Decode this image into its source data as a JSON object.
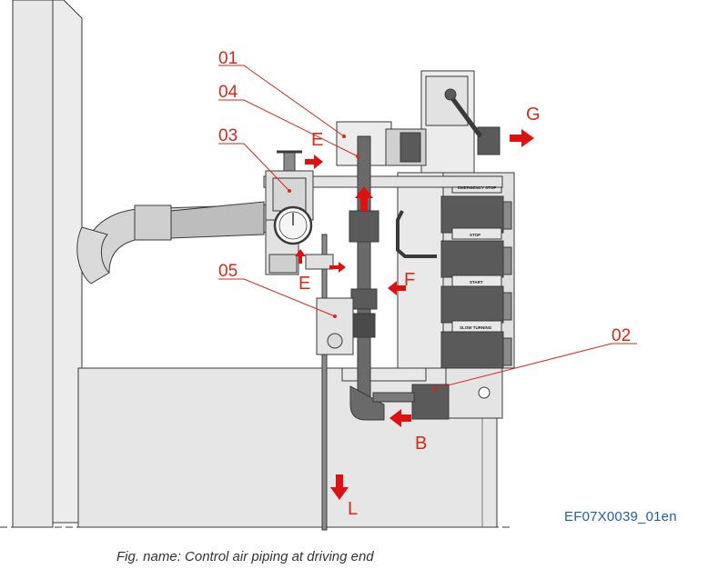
{
  "callouts": {
    "c01": "01",
    "c02": "02",
    "c03": "03",
    "c04": "04",
    "c05": "05"
  },
  "flow_letters": {
    "b": "B",
    "e_top": "E",
    "e_mid": "E",
    "f": "F",
    "g": "G",
    "l": "L"
  },
  "valve_plates": [
    "EMERGENCY STOP",
    "STOP",
    "START",
    "SLOW TURNING"
  ],
  "document_id": "EF07X0039_01en",
  "caption": "Fig. name: Control air piping at driving end",
  "colors": {
    "callout_red": "#d42a1a",
    "arrow_red": "#e01010",
    "doc_id_blue": "#1f5fb0",
    "component_gray": "#dcdcdc",
    "outline": "#3a3a3a"
  }
}
